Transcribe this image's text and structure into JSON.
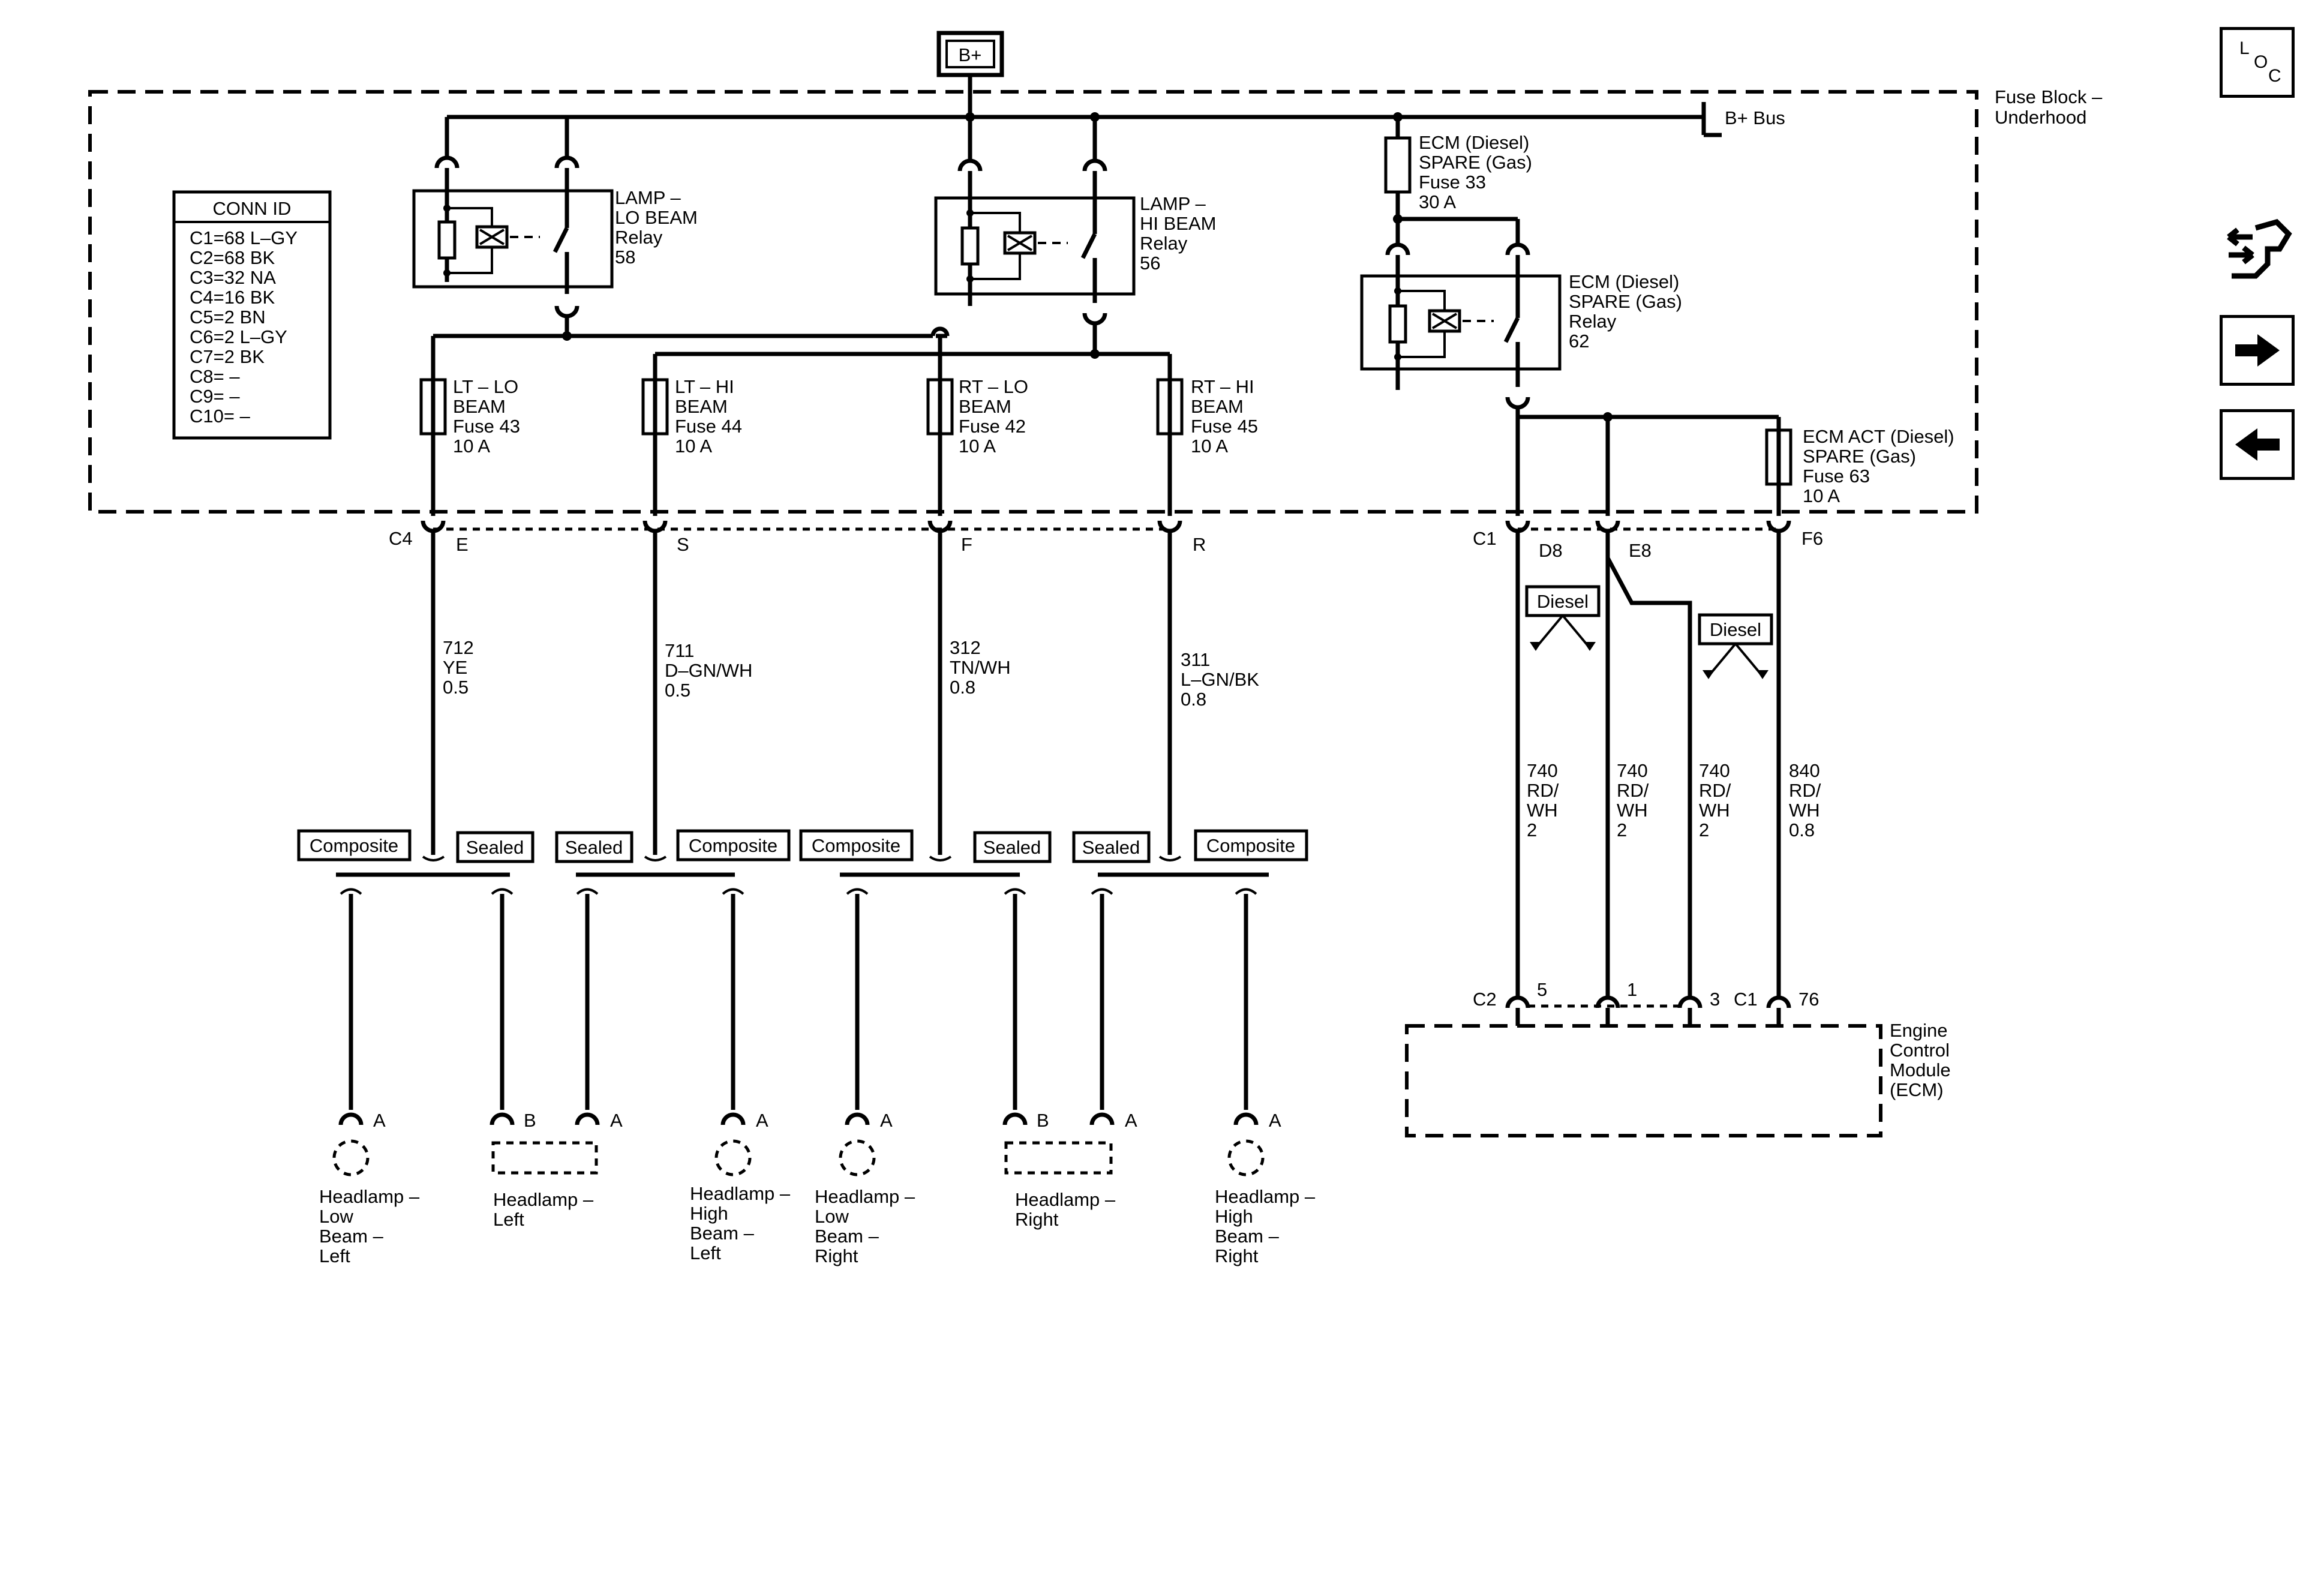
{
  "supply": {
    "label": "B+"
  },
  "fuse_block": {
    "label": "Fuse Block –",
    "label2": "Underhood",
    "bus": "B+ Bus"
  },
  "conn_id": {
    "title": "CONN ID",
    "rows": [
      "C1=68 L–GY",
      "C2=68 BK",
      "C3=32 NA",
      "C4=16 BK",
      "C5=2 BN",
      "C6=2 L–GY",
      "C7=2 BK",
      "C8= –",
      "C9= –",
      "C10= –"
    ]
  },
  "relays": {
    "lo": [
      "LAMP –",
      "LO BEAM",
      "Relay",
      "58"
    ],
    "hi": [
      "LAMP –",
      "HI BEAM",
      "Relay",
      "56"
    ],
    "ecm": [
      "ECM (Diesel)",
      "SPARE (Gas)",
      "Relay",
      "62"
    ]
  },
  "fuses": {
    "f33": [
      "ECM (Diesel)",
      "SPARE (Gas)",
      "Fuse 33",
      "30 A"
    ],
    "f43": [
      "LT – LO",
      "BEAM",
      "Fuse 43",
      "10 A"
    ],
    "f44": [
      "LT – HI",
      "BEAM",
      "Fuse 44",
      "10 A"
    ],
    "f42": [
      "RT – LO",
      "BEAM",
      "Fuse 42",
      "10 A"
    ],
    "f45": [
      "RT – HI",
      "BEAM",
      "Fuse 45",
      "10 A"
    ],
    "f63": [
      "ECM ACT (Diesel)",
      "SPARE (Gas)",
      "Fuse 63",
      "10 A"
    ]
  },
  "connectors": {
    "c4": "C4",
    "e": "E",
    "s": "S",
    "f": "F",
    "r": "R",
    "c1": "C1",
    "d8": "D8",
    "e8": "E8",
    "f6": "F6",
    "c2b": "C2",
    "p5": "5",
    "p1": "1",
    "p3": "3",
    "c1b": "C1",
    "p76": "76"
  },
  "wires": {
    "w712": [
      "712",
      "YE",
      "0.5"
    ],
    "w711": [
      "711",
      "D–GN/WH",
      "0.5"
    ],
    "w312": [
      "312",
      "TN/WH",
      "0.8"
    ],
    "w311": [
      "311",
      "L–GN/BK",
      "0.8"
    ],
    "w740a": [
      "740",
      "RD/",
      "WH",
      "2"
    ],
    "w740b": [
      "740",
      "RD/",
      "WH",
      "2"
    ],
    "w740c": [
      "740",
      "RD/",
      "WH",
      "2"
    ],
    "w840": [
      "840",
      "RD/",
      "WH",
      "0.8"
    ]
  },
  "options": {
    "composite": "Composite",
    "sealed": "Sealed",
    "diesel": "Diesel"
  },
  "pins": {
    "a": "A",
    "b": "B"
  },
  "headlamps": {
    "lo_left": [
      "Headlamp –",
      "Low",
      "Beam –",
      "Left"
    ],
    "left": [
      "Headlamp –",
      "Left"
    ],
    "hi_left": [
      "Headlamp –",
      "High",
      "Beam –",
      "Left"
    ],
    "lo_right": [
      "Headlamp –",
      "Low",
      "Beam –",
      "Right"
    ],
    "right": [
      "Headlamp –",
      "Right"
    ],
    "hi_right": [
      "Headlamp –",
      "High",
      "Beam –",
      "Right"
    ]
  },
  "ecm": [
    "Engine",
    "Control",
    "Module",
    "(ECM)"
  ],
  "sidebar": {
    "loc": [
      "L",
      "O",
      "C"
    ],
    "forward_icon": "arrow-right-icon",
    "back_icon": "arrow-left-icon",
    "connector_icon": "connector-tool-icon"
  }
}
